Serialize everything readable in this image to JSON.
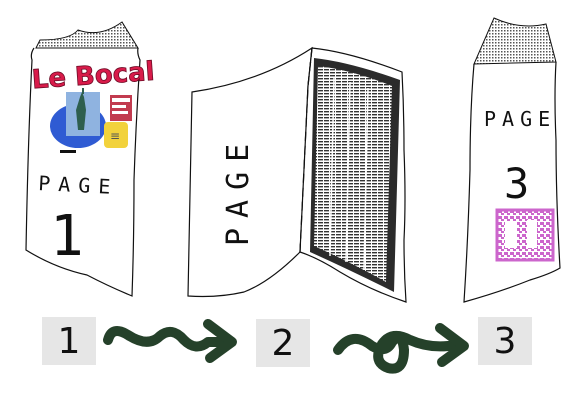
{
  "pages": [
    {
      "word": "PAGE",
      "number": "1"
    },
    {
      "word": "PAGE"
    },
    {
      "word": "PAGE",
      "number": "3"
    }
  ],
  "cover_logo": "Le Bocal",
  "steps": [
    "1",
    "2",
    "3"
  ],
  "colors": {
    "arrow": "#25412a",
    "step_box": "#e6e6e6",
    "sticker": "#cc66cc",
    "cover_red": "#d81b4a",
    "cover_blue": "#2f5bd3",
    "cover_yellow": "#f2d23c"
  },
  "icons": [
    "stapler-icon",
    "statue-of-liberty-icon",
    "arrow-right-icon"
  ]
}
